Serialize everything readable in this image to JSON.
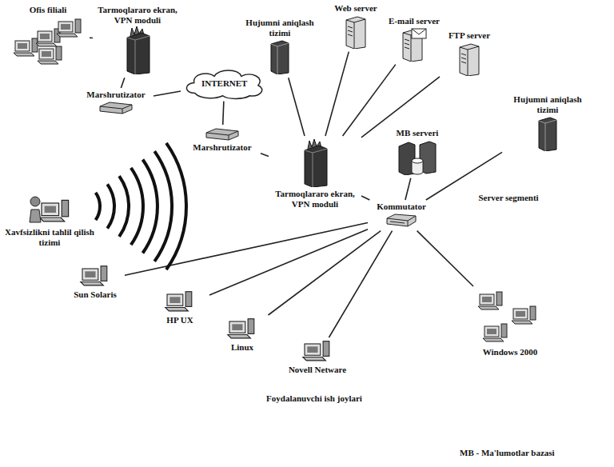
{
  "diagram": {
    "nodes": [
      {
        "text": [
          "Ofis filiali"
        ]
      },
      {
        "text": [
          "Tarmoqlararo ekran, VPN moduli"
        ]
      },
      {
        "text": [
          "Marshrutizator"
        ]
      },
      {
        "text": [
          "INTERNET"
        ]
      },
      {
        "text": [
          "Web server"
        ]
      },
      {
        "text": [
          "E-mail server"
        ]
      },
      {
        "text": [
          "FTP server"
        ]
      },
      {
        "text": [
          "Hujumni aniqlash tizimi"
        ]
      },
      {
        "text": [
          "Server segmenti"
        ]
      },
      {
        "text": [
          "Hujumni aniqlash tizimi"
        ],
        "in": 8
      },
      {
        "text": [
          "MB serveri"
        ],
        "in": 8
      },
      {
        "text": [
          "Xavfsizlikni tahlil qilish tizimi"
        ]
      },
      {
        "text": [
          "Marshrutizator"
        ]
      },
      {
        "text": [
          "Tarmoqlararo ekran, VPN moduli"
        ]
      },
      {
        "text": [
          "Kommutator"
        ]
      },
      {
        "text": [
          "Foydalanuvchi ish joylari"
        ]
      },
      {
        "text": [
          "Sun Solaris"
        ],
        "in": 15
      },
      {
        "text": [
          "HP UX"
        ],
        "in": 15
      },
      {
        "text": [
          "Linux"
        ],
        "in": 15
      },
      {
        "text": [
          "Novell Netware"
        ],
        "in": 15
      },
      {
        "text": [
          "Windows 2000"
        ],
        "in": 15
      }
    ],
    "edges": [
      {
        "from": 0,
        "to": 1,
        "arrow": "none"
      },
      {
        "from": 1,
        "to": 2,
        "arrow": "none"
      },
      {
        "from": 2,
        "to": 3,
        "arrow": "none"
      },
      {
        "from": 3,
        "to": 12,
        "arrow": "none"
      },
      {
        "from": 12,
        "to": 13,
        "arrow": "none"
      },
      {
        "from": 13,
        "to": 7,
        "arrow": "none"
      },
      {
        "from": 13,
        "to": 4,
        "arrow": "none"
      },
      {
        "from": 13,
        "to": 5,
        "arrow": "none"
      },
      {
        "from": 13,
        "to": 6,
        "arrow": "none"
      },
      {
        "from": 13,
        "to": 14,
        "arrow": "none"
      },
      {
        "from": 14,
        "to": 9,
        "arrow": "none"
      },
      {
        "from": 14,
        "to": 10,
        "arrow": "none"
      },
      {
        "from": 14,
        "to": 16,
        "arrow": "none"
      },
      {
        "from": 14,
        "to": 17,
        "arrow": "none"
      },
      {
        "from": 14,
        "to": 18,
        "arrow": "none"
      },
      {
        "from": 14,
        "to": 19,
        "arrow": "none"
      },
      {
        "from": 14,
        "to": 20,
        "arrow": "none"
      }
    ],
    "labels": [
      "MB - Ma'lumotlar bazasi"
    ]
  }
}
